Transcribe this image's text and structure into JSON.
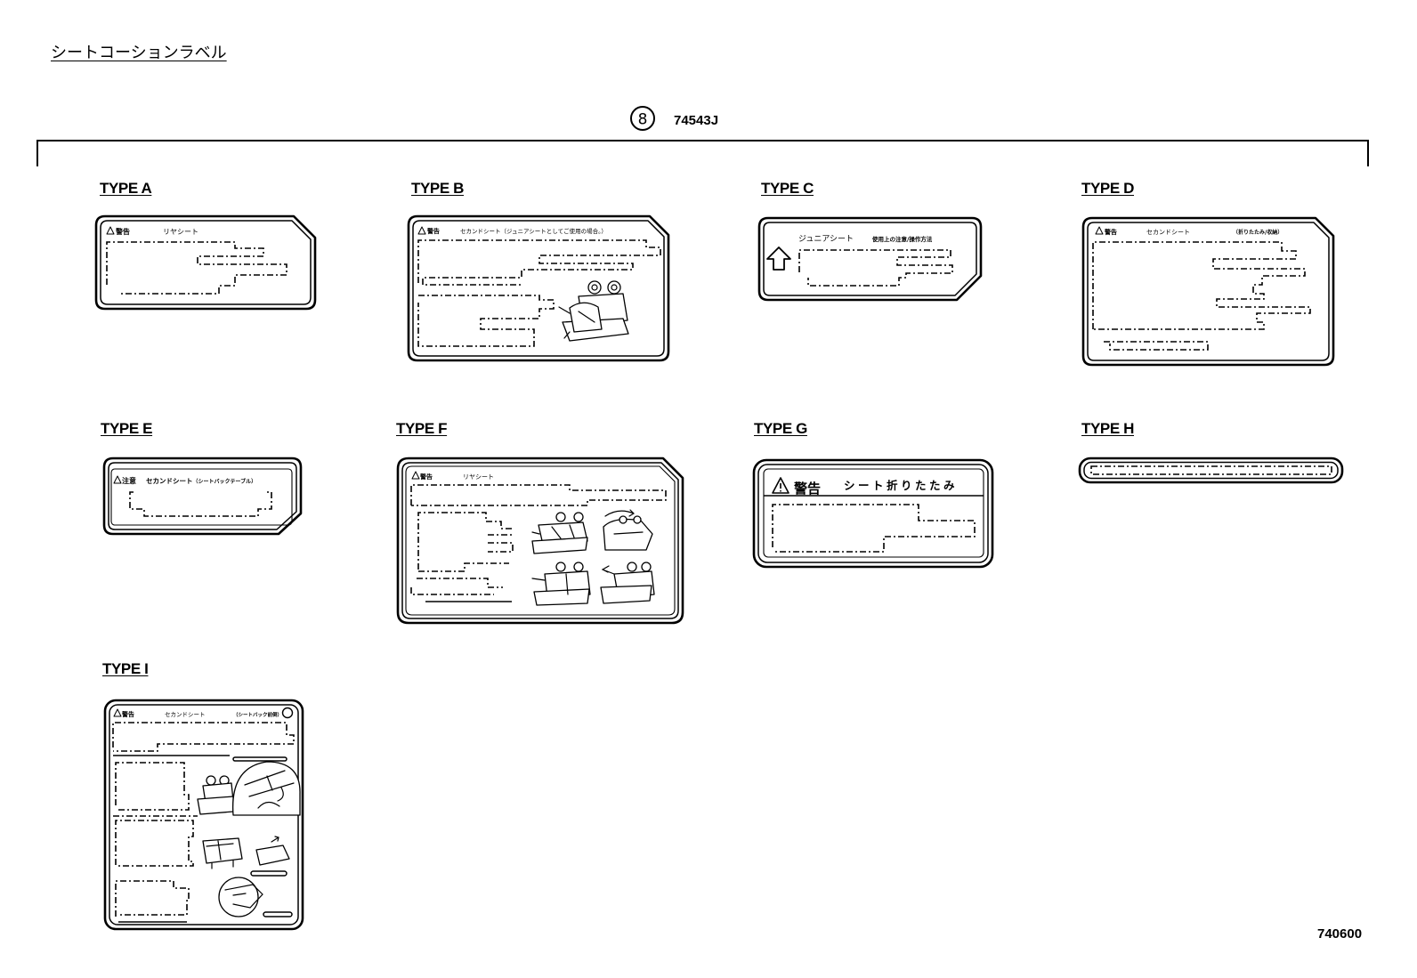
{
  "page_title": "シートコーションラベル",
  "callout": {
    "number": "8",
    "part_number": "74543J"
  },
  "figure_number": "740600",
  "labels": [
    {
      "heading": "TYPE A",
      "warning": "警告",
      "title": "リヤシート"
    },
    {
      "heading": "TYPE B",
      "warning": "警告",
      "title": "セカンドシート",
      "subtitle": "（ジュニアシートとしてご使用の場合。）"
    },
    {
      "heading": "TYPE C",
      "title": "ジュニアシート",
      "subtitle": "使用上の注意/操作方法"
    },
    {
      "heading": "TYPE D",
      "warning": "警告",
      "title": "セカンドシート",
      "subtitle": "（折りたたみ/収納）"
    },
    {
      "heading": "TYPE E",
      "warning": "注意",
      "title": "セカンドシート",
      "subtitle": "（シートバックテーブル）"
    },
    {
      "heading": "TYPE F",
      "warning": "警告",
      "title": "リヤシート"
    },
    {
      "heading": "TYPE G",
      "warning": "警告",
      "title": "シート折りたたみ"
    },
    {
      "heading": "TYPE H"
    },
    {
      "heading": "TYPE I",
      "warning": "警告",
      "title": "セカンドシート",
      "subtitle": "（シートバック前倒）"
    }
  ],
  "icons": {
    "warning": "warning-triangle-icon",
    "arrow": "arrow-up-icon",
    "callout": "circled-number-icon"
  }
}
